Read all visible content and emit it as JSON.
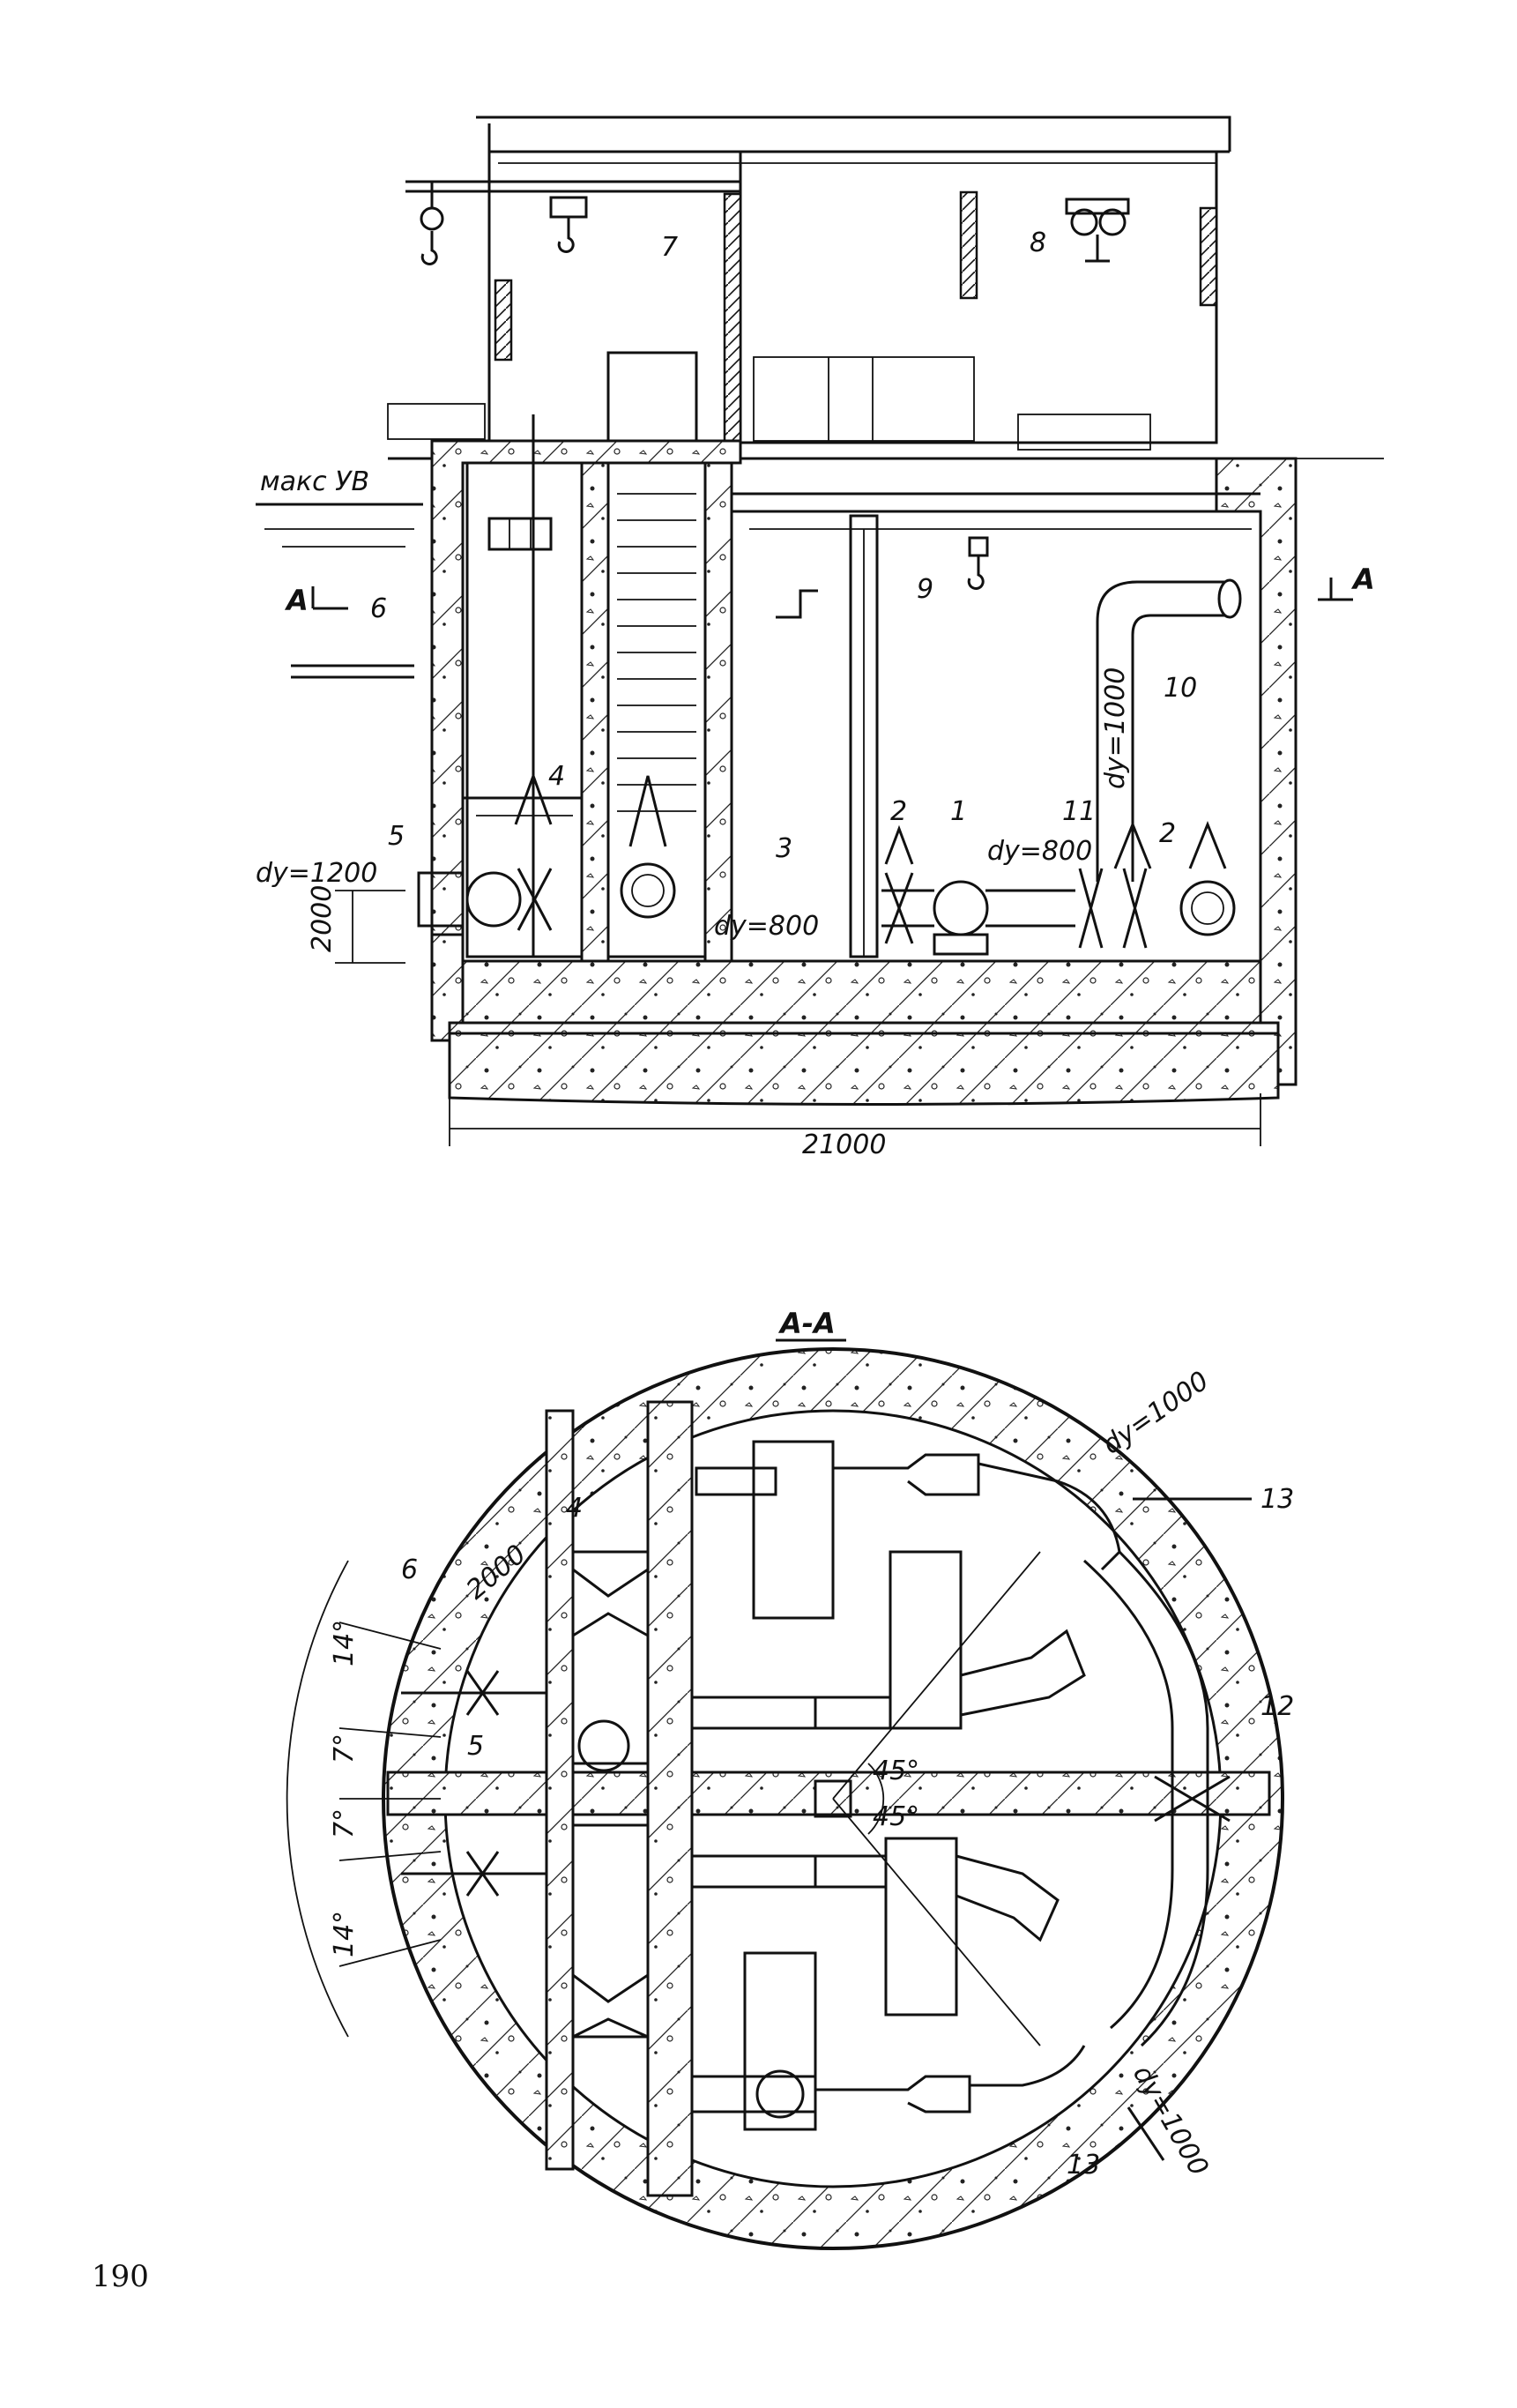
{
  "page_number": "190",
  "section_view": {
    "water_level": "макс УВ",
    "section_mark_left": "A",
    "section_mark_right": "A",
    "dim_width": "21000",
    "dim_depth": "2000",
    "pipe_inlet": "dy=1200",
    "pipe_suction": "dy=800",
    "pipe_pump": "dy=800",
    "pipe_riser": "dy=1000",
    "callouts": {
      "n1": "1",
      "n2": "2",
      "n2b": "2",
      "n3": "3",
      "n4": "4",
      "n5": "5",
      "n6": "6",
      "n7": "7",
      "n8": "8",
      "n9": "9",
      "n10": "10",
      "n11": "11"
    }
  },
  "plan_view": {
    "title": "A-A",
    "pipe_top": "dy=1000",
    "pipe_bottom": "dy=1000",
    "dim_2000": "2000",
    "angle_14a": "14°",
    "angle_7a": "7°",
    "angle_7b": "7°",
    "angle_14b": "14°",
    "angle_45a": "45°",
    "angle_45b": "45°",
    "callouts": {
      "n4": "4",
      "n5": "5",
      "n6": "6",
      "n12": "12",
      "n13a": "13",
      "n13b": "13"
    }
  }
}
